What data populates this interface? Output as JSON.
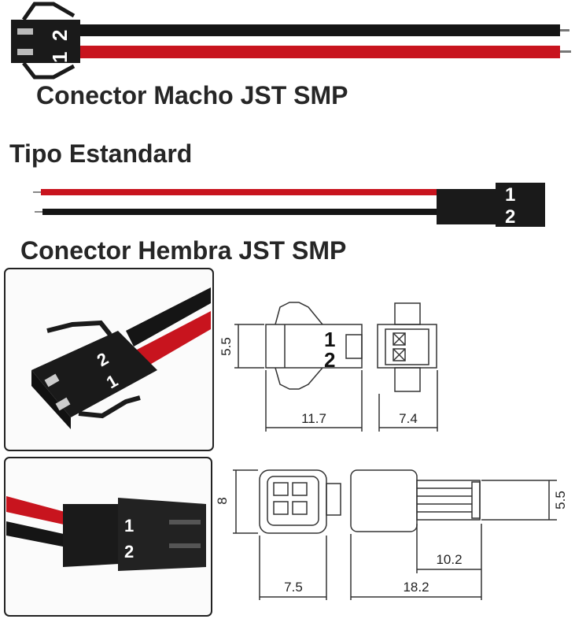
{
  "titles": {
    "male": "Conector Macho JST SMP",
    "standard": "Tipo Estandard",
    "female": "Conector Hembra JST SMP"
  },
  "pins": {
    "one": "1",
    "two": "2"
  },
  "dimensions": {
    "male_height": "5.5",
    "male_length": "11.7",
    "male_width": "7.4",
    "female_width_side": "8",
    "female_height": "5.5",
    "female_front_width": "7.5",
    "female_inner_length": "10.2",
    "female_total_length": "18.2"
  },
  "colors": {
    "wire_red": "#c8141e",
    "wire_black": "#151515",
    "housing": "#1a1a1a",
    "line": "#333333"
  }
}
